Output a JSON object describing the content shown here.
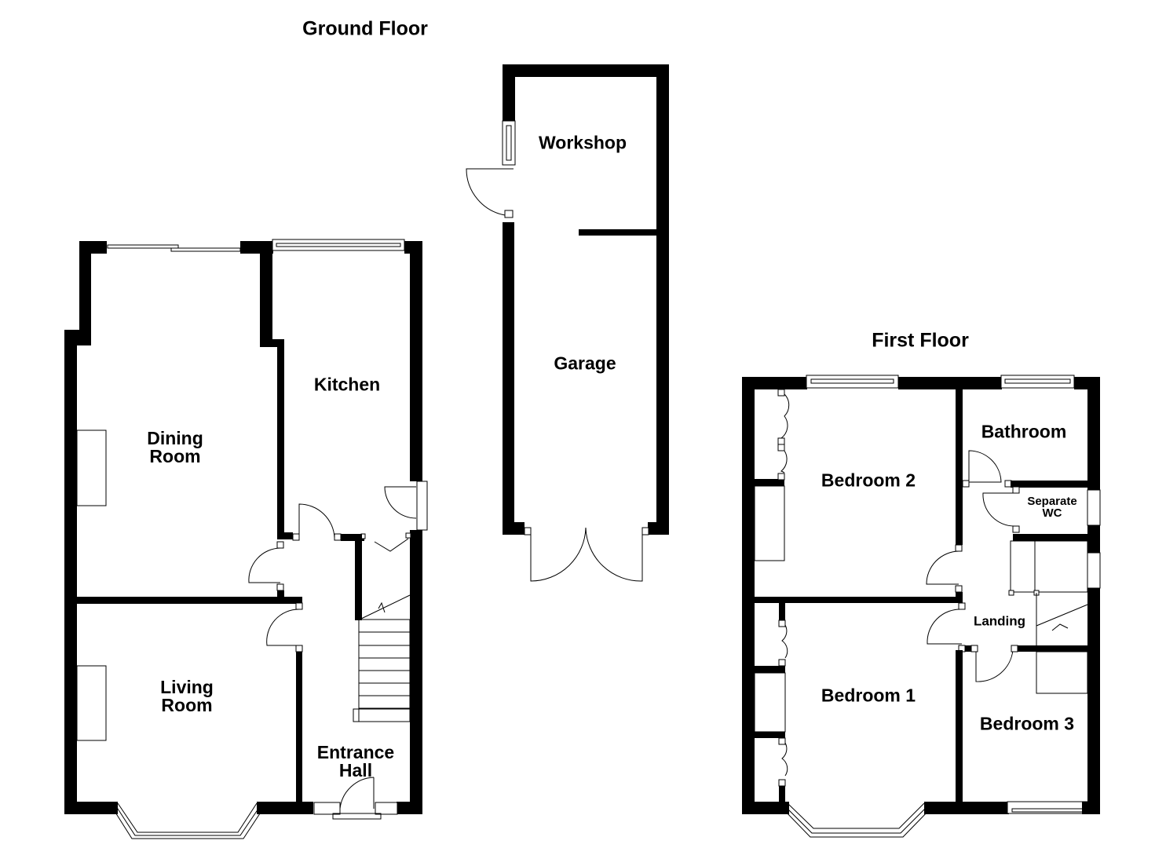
{
  "floors": {
    "ground": {
      "title": "Ground Floor",
      "rooms": {
        "dining_line1": "Dining",
        "dining_line2": "Room",
        "kitchen": "Kitchen",
        "living_line1": "Living",
        "living_line2": "Room",
        "hall_line1": "Entrance",
        "hall_line2": "Hall"
      }
    },
    "outbuilding": {
      "rooms": {
        "workshop": "Workshop",
        "garage": "Garage"
      }
    },
    "first": {
      "title": "First Floor",
      "rooms": {
        "bedroom2": "Bedroom 2",
        "bathroom": "Bathroom",
        "wc_line1": "Separate",
        "wc_line2": "WC",
        "landing": "Landing",
        "bedroom1": "Bedroom 1",
        "bedroom3": "Bedroom 3"
      }
    }
  },
  "colors": {
    "wall": "#000000",
    "background": "#ffffff"
  }
}
